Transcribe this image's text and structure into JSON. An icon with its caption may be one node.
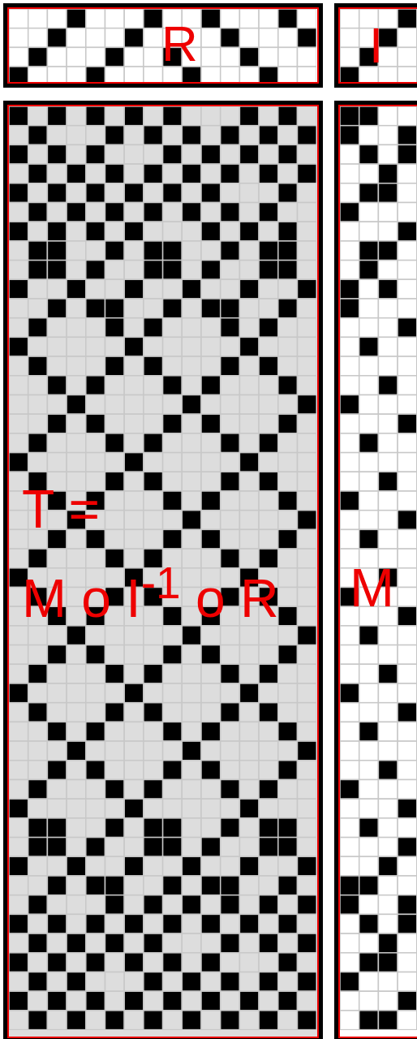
{
  "diagram": {
    "nodes": [
      {
        "text": [
          "R"
        ]
      },
      {
        "text": [
          "I"
        ]
      },
      {
        "text": [
          "T =",
          "M o I$^{-1}$ o R"
        ]
      },
      {
        "text": [
          "M"
        ]
      }
    ],
    "edges": []
  }
}
